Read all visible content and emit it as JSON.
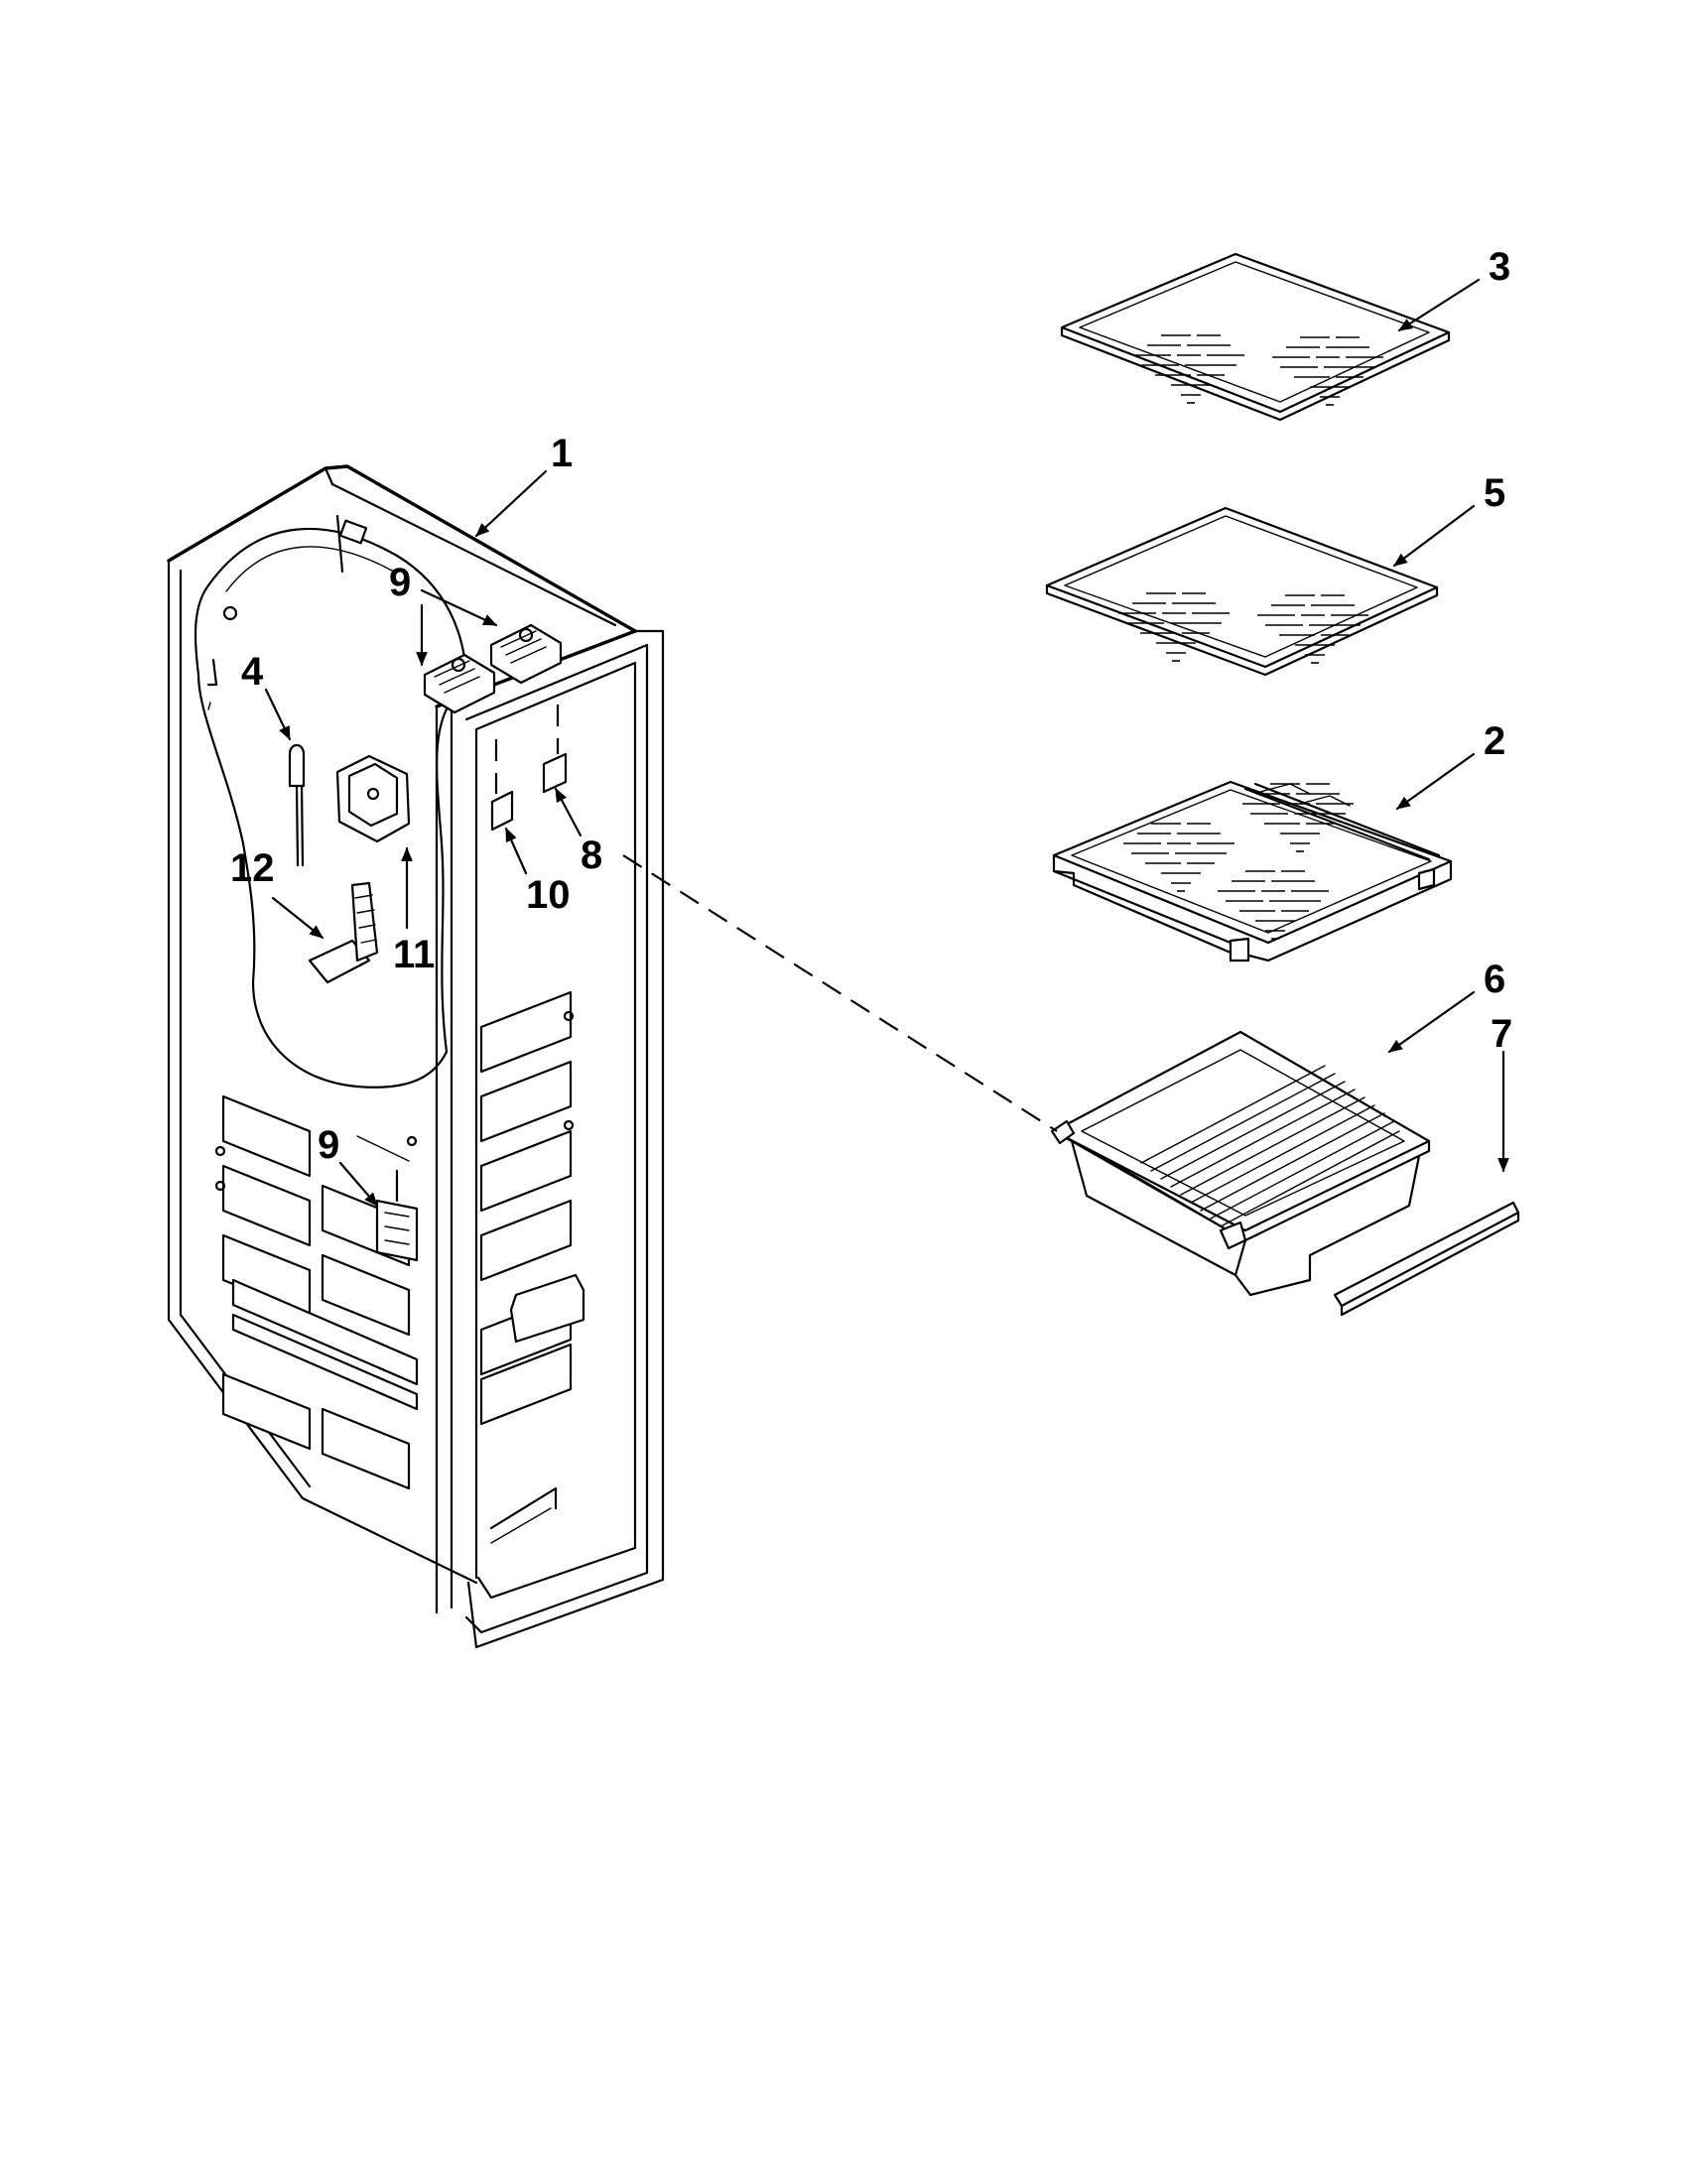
{
  "callouts": [
    {
      "id": "1",
      "label": "1",
      "part": "liner"
    },
    {
      "id": "2",
      "label": "2",
      "part": "shelf"
    },
    {
      "id": "3",
      "label": "3",
      "part": "shelf"
    },
    {
      "id": "4",
      "label": "4",
      "part": "thermistor"
    },
    {
      "id": "5",
      "label": "5",
      "part": "shelf"
    },
    {
      "id": "6",
      "label": "6",
      "part": "crisper-drawer"
    },
    {
      "id": "7",
      "label": "7",
      "part": "drawer-trim"
    },
    {
      "id": "8",
      "label": "8",
      "part": "shelf-support"
    },
    {
      "id": "9a",
      "label": "9",
      "part": "lamp-socket"
    },
    {
      "id": "9b",
      "label": "9",
      "part": "lamp-socket"
    },
    {
      "id": "10",
      "label": "10",
      "part": "shelf-support"
    },
    {
      "id": "11",
      "label": "11",
      "part": "housing"
    },
    {
      "id": "12",
      "label": "12",
      "part": "bracket"
    }
  ],
  "colors": {
    "line": "#000000",
    "background": "#ffffff"
  }
}
